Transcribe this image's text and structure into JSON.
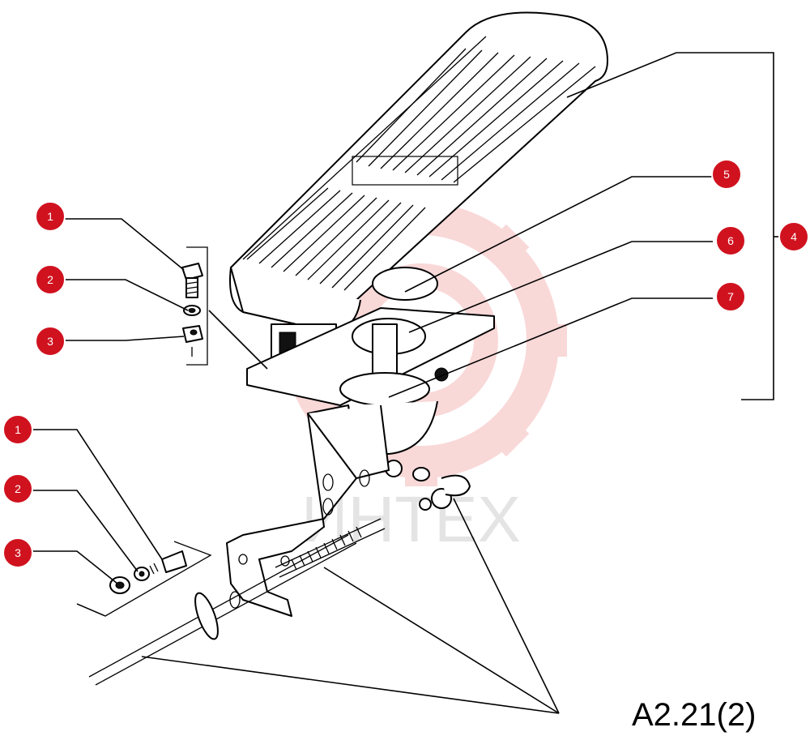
{
  "watermark": {
    "text": "ИНТЕХ",
    "gear_color": "#f6c9c9",
    "text_color": "#cfcfcf"
  },
  "callouts": [
    {
      "id": "c1a",
      "label": "1"
    },
    {
      "id": "c2a",
      "label": "2"
    },
    {
      "id": "c3a",
      "label": "3"
    },
    {
      "id": "c1b",
      "label": "1"
    },
    {
      "id": "c2b",
      "label": "2"
    },
    {
      "id": "c3b",
      "label": "3"
    },
    {
      "id": "c4",
      "label": "4"
    },
    {
      "id": "c5",
      "label": "5"
    },
    {
      "id": "c6",
      "label": "6"
    },
    {
      "id": "c7",
      "label": "7"
    }
  ],
  "callout_color": "#d0121f",
  "reference": {
    "code": "A2.21(2)"
  }
}
